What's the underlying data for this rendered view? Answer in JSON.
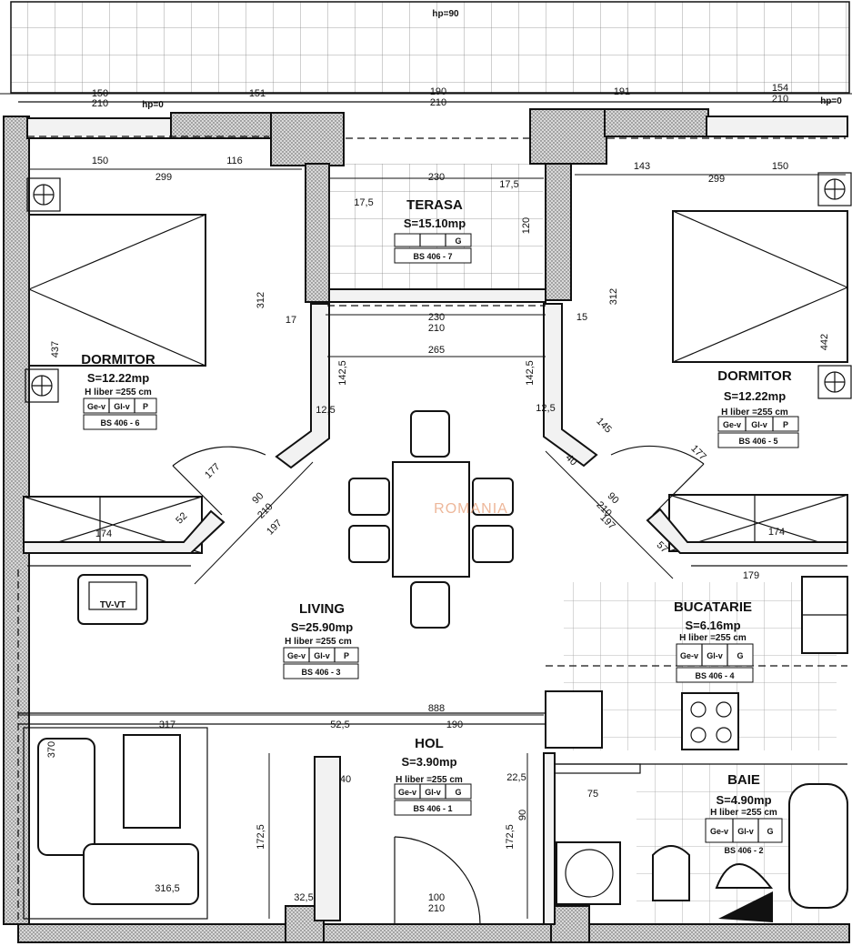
{
  "rooms": {
    "terasa": {
      "name": "TERASA",
      "area": "S=15.10mp",
      "codes": [
        "",
        "",
        "G"
      ],
      "ref": "BS 406 - 7"
    },
    "dorm_left": {
      "name": "DORMITOR",
      "area": "S=12.22mp",
      "height": "H liber =255 cm",
      "codes": [
        "Ge-v",
        "Gl-v",
        "P"
      ],
      "ref": "BS 406 - 6"
    },
    "dorm_right": {
      "name": "DORMITOR",
      "area": "S=12.22mp",
      "height": "H liber =255 cm",
      "codes": [
        "Ge-v",
        "Gl-v",
        "P"
      ],
      "ref": "BS 406 - 5"
    },
    "living": {
      "name": "LIVING",
      "area": "S=25.90mp",
      "height": "H liber =255 cm",
      "codes": [
        "Ge-v",
        "Gl-v",
        "P"
      ],
      "ref": "BS 406 - 3"
    },
    "bucatarie": {
      "name": "BUCATARIE",
      "area": "S=6.16mp",
      "height": "H liber =255 cm",
      "codes": [
        "Ge-v",
        "Gl-v",
        "G"
      ],
      "ref": "BS 406 - 4"
    },
    "hol": {
      "name": "HOL",
      "area": "S=3.90mp",
      "height": "H liber =255 cm",
      "codes": [
        "Ge-v",
        "Gl-v",
        "G"
      ],
      "ref": "BS 406 - 1"
    },
    "baie": {
      "name": "BAIE",
      "area": "S=4.90mp",
      "height": "H liber =255 cm",
      "codes": [
        "Ge-v",
        "Gl-v",
        "G"
      ],
      "ref": "BS 406 - 2"
    }
  },
  "dims": {
    "hp90": "hp=90",
    "hp0_left": "hp=0",
    "hp0_right": "hp=0",
    "top_150": "150",
    "top_210a": "210",
    "top_151": "151",
    "top_190": "190",
    "top_210b": "210",
    "top_191": "191",
    "top_154": "154",
    "top_210c": "210",
    "d150l": "150",
    "d299l": "299",
    "d116": "116",
    "d230": "230",
    "d17_5": "17,5",
    "d17_5b": "17,5",
    "d143": "143",
    "d299r": "299",
    "d150r": "150",
    "d120": "120",
    "d312l": "312",
    "d312r": "312",
    "d437": "437",
    "d442": "442",
    "d17": "17",
    "d15": "15",
    "d230b": "230",
    "d210b": "210",
    "d265": "265",
    "d142l": "142,5",
    "d142r": "142,5",
    "d12l": "12,5",
    "d12r": "12,5",
    "d177l": "177",
    "d90l": "90",
    "d210l": "210",
    "d197": "197",
    "d52l": "52",
    "d174l": "174",
    "d145": "145",
    "d40": "40",
    "d177r": "177",
    "d90r": "90",
    "d210r": "210",
    "d197r": "197",
    "d57": "57",
    "d174r": "174",
    "d179": "179",
    "d888": "888",
    "d317": "317",
    "d52_5": "52,5",
    "d190": "190",
    "d172l": "172,5",
    "d172r": "172,5",
    "d40b": "40",
    "d22": "22,5",
    "d316": "316,5",
    "d100": "100",
    "d210bot": "210",
    "d32": "32,5",
    "d75": "75",
    "d90c": "90",
    "d370": "370",
    "tv": "TV-VT"
  },
  "watermark": "ROMANIA"
}
